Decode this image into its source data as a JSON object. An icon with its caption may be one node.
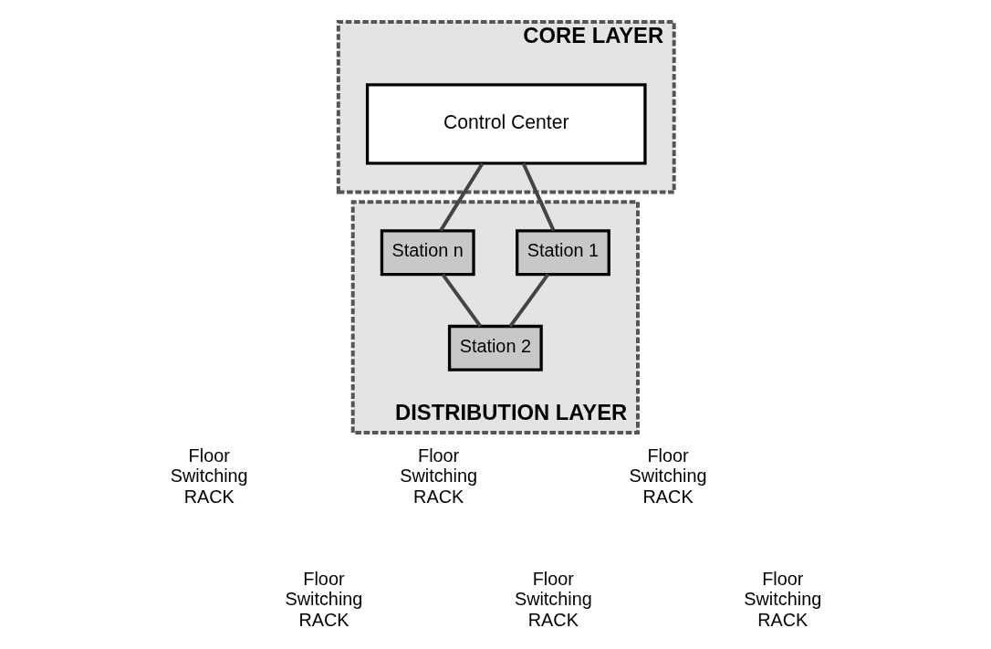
{
  "diagram": {
    "nodes": [
      {
        "text": [
          "CORE LAYER"
        ]
      },
      {
        "text": [
          "Control Center"
        ],
        "in": 0
      },
      {
        "text": [
          "DISTRIBUTION LAYER"
        ]
      },
      {
        "text": [
          "Station 1"
        ],
        "in": 2
      },
      {
        "text": [
          "Station n"
        ],
        "in": 2
      },
      {
        "text": [
          "Station 2"
        ],
        "in": 2
      }
    ],
    "edges": [
      {
        "from": 1,
        "to": 3,
        "arrow": "none"
      },
      {
        "from": 3,
        "to": 5,
        "arrow": "none"
      },
      {
        "from": 5,
        "to": 4,
        "arrow": "none"
      },
      {
        "from": 4,
        "to": 1,
        "arrow": "none"
      }
    ],
    "labels": [
      "Floor Switching RACK",
      "Floor Switching RACK",
      "Floor Switching RACK",
      "Floor Switching RACK",
      "Floor Switching RACK",
      "Floor Switching RACK"
    ]
  }
}
